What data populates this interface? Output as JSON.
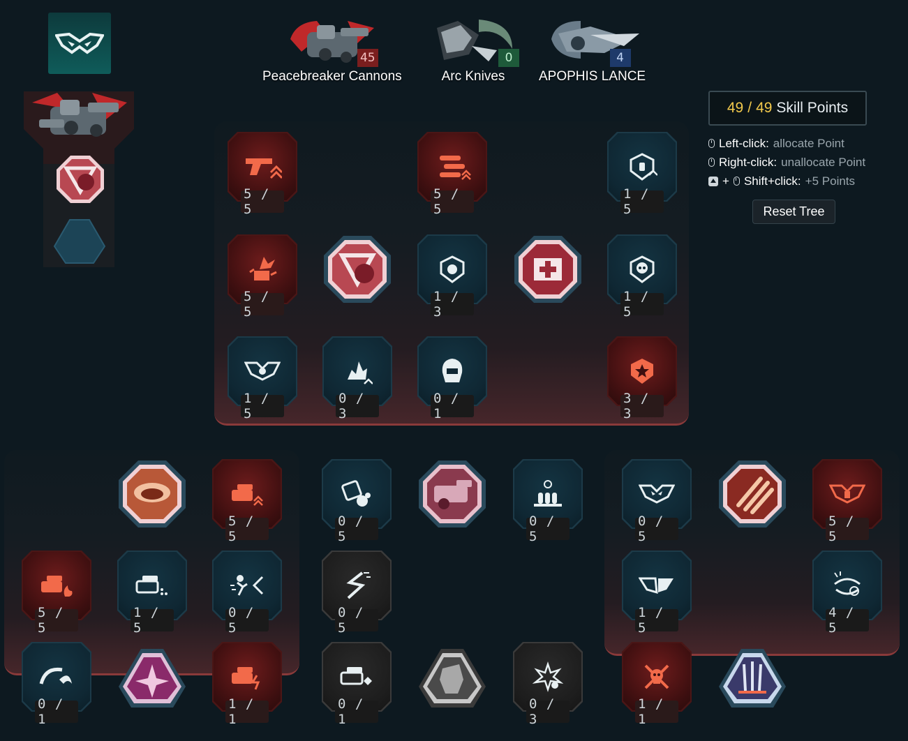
{
  "weapons": [
    {
      "name": "Peacebreaker Cannons",
      "points": "45",
      "badge_color": "#7a1e1e"
    },
    {
      "name": "Arc Knives",
      "points": "0",
      "badge_color": "#1e5a3a"
    },
    {
      "name": "APOPHIS LANCE",
      "points": "4",
      "badge_color": "#1e3a6a"
    }
  ],
  "skill_points": {
    "current": "49",
    "separator": "/",
    "max": "49",
    "label": "Skill Points"
  },
  "hints": [
    {
      "key": "Left-click:",
      "value": "allocate Point"
    },
    {
      "key": "Right-click:",
      "value": "unallocate Point"
    },
    {
      "key": "Shift+click:",
      "value": "+5 Points",
      "plus": "+"
    }
  ],
  "reset_label": "Reset Tree",
  "colors": {
    "accent_gold": "#f2c94c",
    "red_tile": "#6e1c1c",
    "blue_tile": "#143442",
    "teal_emblem": "#0f5c5a"
  },
  "top_tree": [
    {
      "icon": "pistol-icon",
      "value": "5 / 5"
    },
    {
      "icon": "bullets-icon",
      "value": "5 / 5"
    },
    {
      "icon": "shield-ammo-icon",
      "value": "1 / 5"
    },
    {
      "icon": "explosion-icon",
      "value": "5 / 5"
    },
    {
      "icon": "shield-helmet-icon",
      "value": "1 / 3"
    },
    {
      "icon": "skull-shield-icon",
      "value": "1 / 5"
    },
    {
      "icon": "wings-emblem-icon",
      "value": "1 / 5"
    },
    {
      "icon": "fire-arrow-icon",
      "value": "0 / 3"
    },
    {
      "icon": "helmet-icon",
      "value": "0 / 1"
    },
    {
      "icon": "burst-badge-icon",
      "value": "3 / 3"
    }
  ],
  "left_tree": [
    {
      "icon": "cannon-up-icon",
      "value": "5 / 5"
    },
    {
      "icon": "cannon-fire-icon",
      "value": "5 / 5"
    },
    {
      "icon": "cannon-dots-icon",
      "value": "1 / 5"
    },
    {
      "icon": "dash-strike-icon",
      "value": "0 / 5"
    },
    {
      "icon": "hook-icon",
      "value": "0 / 1"
    },
    {
      "icon": "cannon-bolt-icon",
      "value": "1 / 1"
    }
  ],
  "mid_tree": [
    {
      "icon": "dice-ammo-icon",
      "value": "0 / 5"
    },
    {
      "icon": "biohazard-ammo-icon",
      "value": "0 / 5"
    },
    {
      "icon": "lightning-dash-icon",
      "value": "0 / 5"
    },
    {
      "icon": "cannon-diamond-icon",
      "value": "0 / 1"
    },
    {
      "icon": "spark-bomb-icon",
      "value": "0 / 3"
    }
  ],
  "right_tree": [
    {
      "icon": "mask-emblem-icon",
      "value": "0 / 5"
    },
    {
      "icon": "red-emblem-icon",
      "value": "5 / 5"
    },
    {
      "icon": "wing-shield-icon",
      "value": "1 / 5"
    },
    {
      "icon": "target-burst-icon",
      "value": "4 / 5"
    },
    {
      "icon": "crossed-skull-icon",
      "value": "1 / 1"
    }
  ]
}
